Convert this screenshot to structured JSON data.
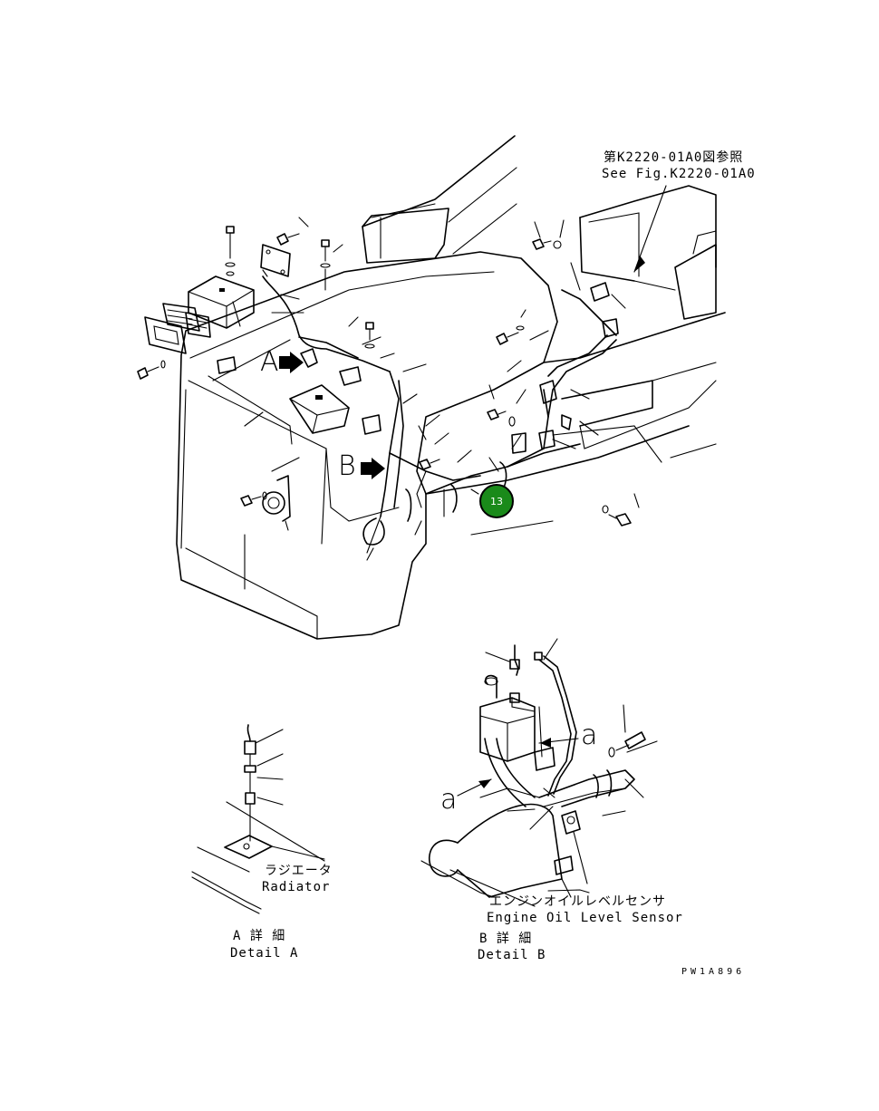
{
  "reference": {
    "jp": "第K2220-01A0図参照",
    "en": "See Fig.K2220-01A0"
  },
  "view_markers": {
    "a": "A",
    "b": "B",
    "lower_a_right": "a",
    "lower_a_left": "a"
  },
  "callout": {
    "number": "13",
    "color": "#1a8a1a"
  },
  "detail_a": {
    "radiator_jp": "ラジエータ",
    "radiator_en": "Radiator",
    "title_jp": "A 詳 細",
    "title_en": "Detail A"
  },
  "detail_b": {
    "sensor_jp": "エンジンオイルレベルセンサ",
    "sensor_en": "Engine Oil Level Sensor",
    "title_jp": "B 詳 細",
    "title_en": "Detail B"
  },
  "drawing_code": "PW1A896"
}
